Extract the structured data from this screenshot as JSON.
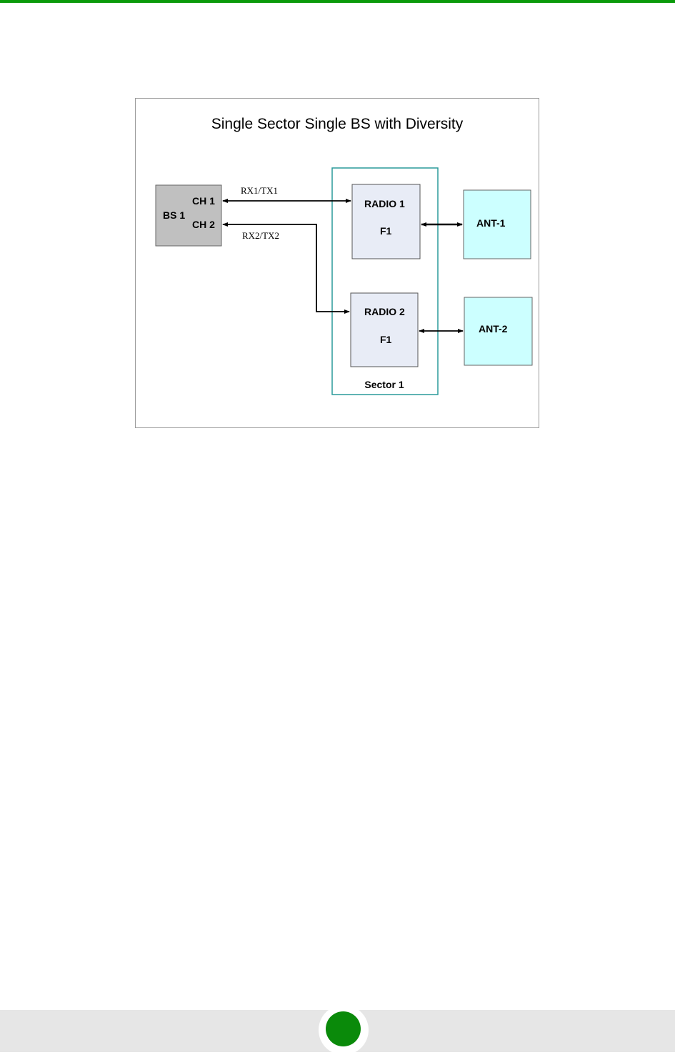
{
  "diagram": {
    "title": "Single Sector Single BS with Diversity",
    "bs": {
      "label": "BS 1",
      "ch1": "CH 1",
      "ch2": "CH 2"
    },
    "links": {
      "rx1tx1": "RX1/TX1",
      "rx2tx2": "RX2/TX2"
    },
    "radio1": {
      "label": "RADIO 1",
      "freq": "F1"
    },
    "radio2": {
      "label": "RADIO 2",
      "freq": "F1"
    },
    "sector": {
      "label": "Sector 1"
    },
    "ant1": {
      "label": "ANT-1"
    },
    "ant2": {
      "label": "ANT-2"
    }
  },
  "colors": {
    "accent_green": "#0a9a0a",
    "bs_fill": "#c0c0c0",
    "radio_fill": "#e8ecf6",
    "antenna_fill": "#ccffff",
    "sector_border": "#2a9a9a"
  }
}
